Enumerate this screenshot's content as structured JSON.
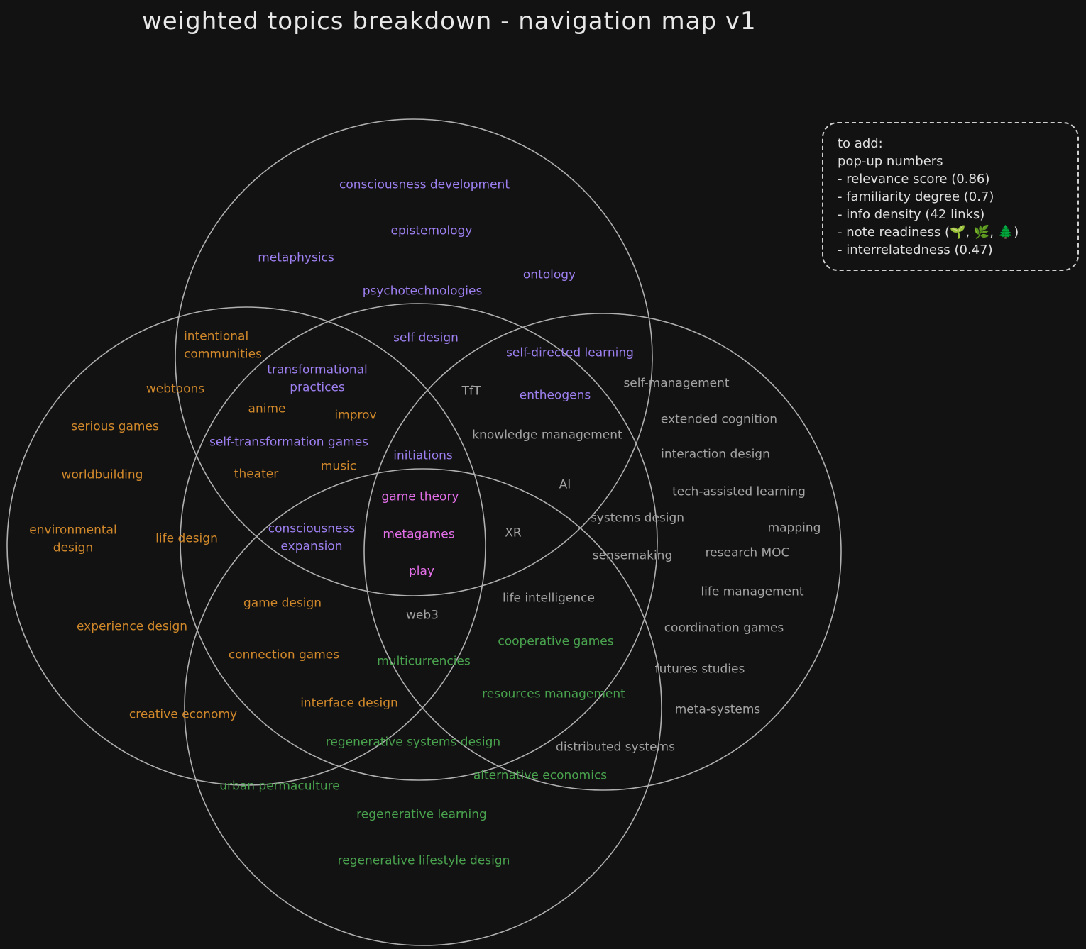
{
  "title": "weighted topics breakdown - navigation map v1",
  "colors": {
    "background": "#121212",
    "circle_stroke": "#b0b0b0",
    "purple": "#9d7ff0",
    "orange": "#d0882a",
    "gray": "#a3a3a3",
    "green": "#49a24e",
    "pink": "#e36fe8"
  },
  "labels": {
    "consciousness_development": "consciousness development",
    "epistemology": "epistemology",
    "metaphysics": "metaphysics",
    "ontology": "ontology",
    "psychotechnologies": "psychotechnologies",
    "intentional_communities": "intentional\ncommunities",
    "self_design": "self design",
    "self_directed_learning": "self-directed learning",
    "transformational_practices": "transformational\npractices",
    "webtoons": "webtoons",
    "tft": "TfT",
    "entheogens": "entheogens",
    "self_management": "self-management",
    "anime": "anime",
    "improv": "improv",
    "serious_games": "serious games",
    "extended_cognition": "extended cognition",
    "knowledge_management": "knowledge management",
    "self_transformation_games": "self-transformation games",
    "initiations": "initiations",
    "interaction_design": "interaction design",
    "worldbuilding": "worldbuilding",
    "theater": "theater",
    "music": "music",
    "ai": "AI",
    "tech_assisted_learning": "tech-assisted learning",
    "game_theory": "game theory",
    "systems_design": "systems design",
    "mapping": "mapping",
    "environmental_design": "environmental\ndesign",
    "life_design": "life design",
    "consciousness_expansion": "consciousness\nexpansion",
    "metagames": "metagames",
    "xr": "XR",
    "sensemaking": "sensemaking",
    "research_moc": "research MOC",
    "play": "play",
    "life_management": "life management",
    "life_intelligence": "life intelligence",
    "game_design": "game design",
    "web3": "web3",
    "experience_design": "experience design",
    "coordination_games": "coordination games",
    "cooperative_games": "cooperative games",
    "connection_games": "connection games",
    "multicurrencies": "multicurrencies",
    "futures_studies": "futures studies",
    "resources_management": "resources management",
    "interface_design": "interface design",
    "meta_systems": "meta-systems",
    "creative_economy": "creative economy",
    "regenerative_systems_design": "regenerative systems design",
    "distributed_systems": "distributed systems",
    "alternative_economics": "alternative economics",
    "urban_permaculture": "urban permaculture",
    "regenerative_learning": "regenerative learning",
    "regenerative_lifestyle_design": "regenerative lifestyle design"
  },
  "note": {
    "heading": "to add:",
    "line1": "pop-up numbers",
    "line2": "- relevance score (0.86)",
    "line3": "- familiarity degree (0.7)",
    "line4": "- info density (42 links)",
    "line5_prefix": "- note readiness (",
    "readiness_icons": [
      "seedling-icon",
      "herb-icon",
      "evergreen-tree-icon"
    ],
    "line5_suffix": ")",
    "line6": "- interrelatedness (0.47)"
  }
}
